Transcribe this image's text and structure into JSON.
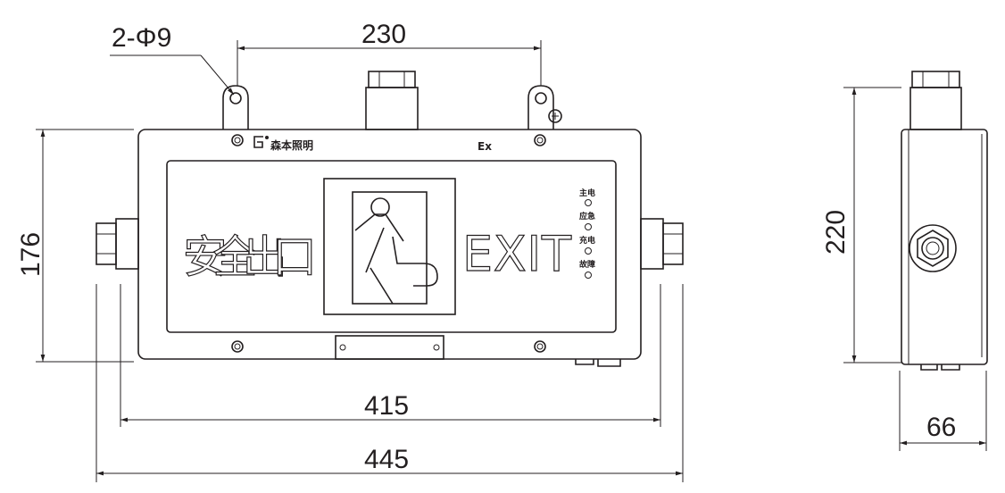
{
  "dimensions": {
    "holes": "2-Φ9",
    "lug_spacing": "230",
    "front_height": "176",
    "body_width": "415",
    "overall_width": "445",
    "side_height": "220",
    "side_depth": "66"
  },
  "labels": {
    "brand": "森本照明",
    "ex_mark": "Ex",
    "sign_cn": "安全出口",
    "sign_en": "EXIT",
    "indicators": [
      "主电",
      "应急",
      "充电",
      "故障"
    ]
  }
}
